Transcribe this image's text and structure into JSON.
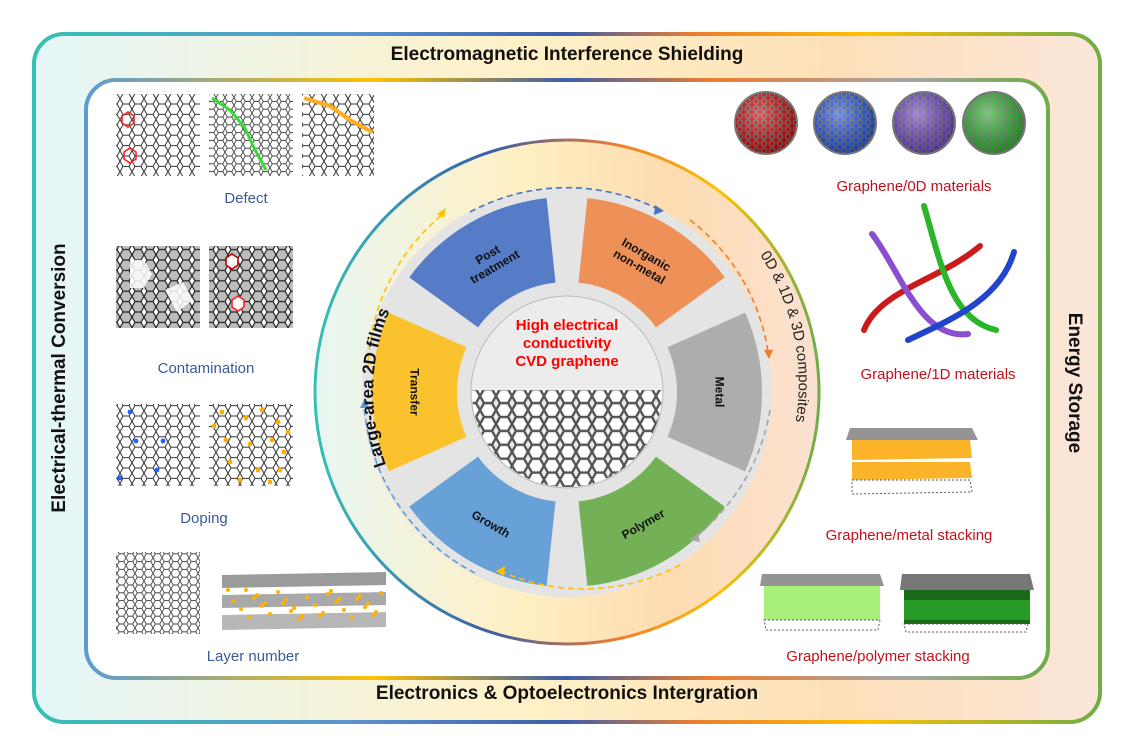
{
  "frame": {
    "top": "Electromagnetic Interference Shielding",
    "bottom": "Electronics & Optoelectronics Intergration",
    "left": "Electrical-thermal Conversion",
    "right": "Energy Storage"
  },
  "left_panel": {
    "items": [
      {
        "label": "Defect"
      },
      {
        "label": "Contamination"
      },
      {
        "label": "Doping"
      },
      {
        "label": "Layer number"
      }
    ]
  },
  "right_panel": {
    "items": [
      {
        "label": "Graphene/0D materials"
      },
      {
        "label": "Graphene/1D materials"
      },
      {
        "label": "Graphene/metal stacking"
      },
      {
        "label": "Graphene/polymer stacking"
      }
    ]
  },
  "circle": {
    "left_arc_label": "Large-area 2D films",
    "right_arc_label": "0D & 1D & 3D composites",
    "center": {
      "line1": "High electrical",
      "line2": "conductivity",
      "line3": "CVD graphene"
    },
    "segments": [
      {
        "line1": "Post",
        "line2": "treatment",
        "color": "#4a72c4"
      },
      {
        "line1": "Inorganic",
        "line2": "non-metal",
        "color": "#ee8a4c"
      },
      {
        "line1": "Metal",
        "line2": "",
        "color": "#a8a8a8"
      },
      {
        "line1": "Polymer",
        "line2": "",
        "color": "#6aac4a"
      },
      {
        "line1": "Growth",
        "line2": "",
        "color": "#5d9bd6"
      },
      {
        "line1": "Transfer",
        "line2": "",
        "color": "#fcbf1c"
      }
    ]
  },
  "colors": {
    "left_accent": "#3bbfb5",
    "right_accent": "#72ae48",
    "title_red": "#ff0000",
    "label_blue": "#3a5a9a",
    "label_red": "#c0121c"
  },
  "fullerene_colors": [
    "#cc0000",
    "#1a4ee0",
    "#6a3ccc",
    "#22bb22"
  ],
  "tube_colors": [
    "#cc1a1a",
    "#2ab52a",
    "#8a4fd0",
    "#2244cc"
  ]
}
